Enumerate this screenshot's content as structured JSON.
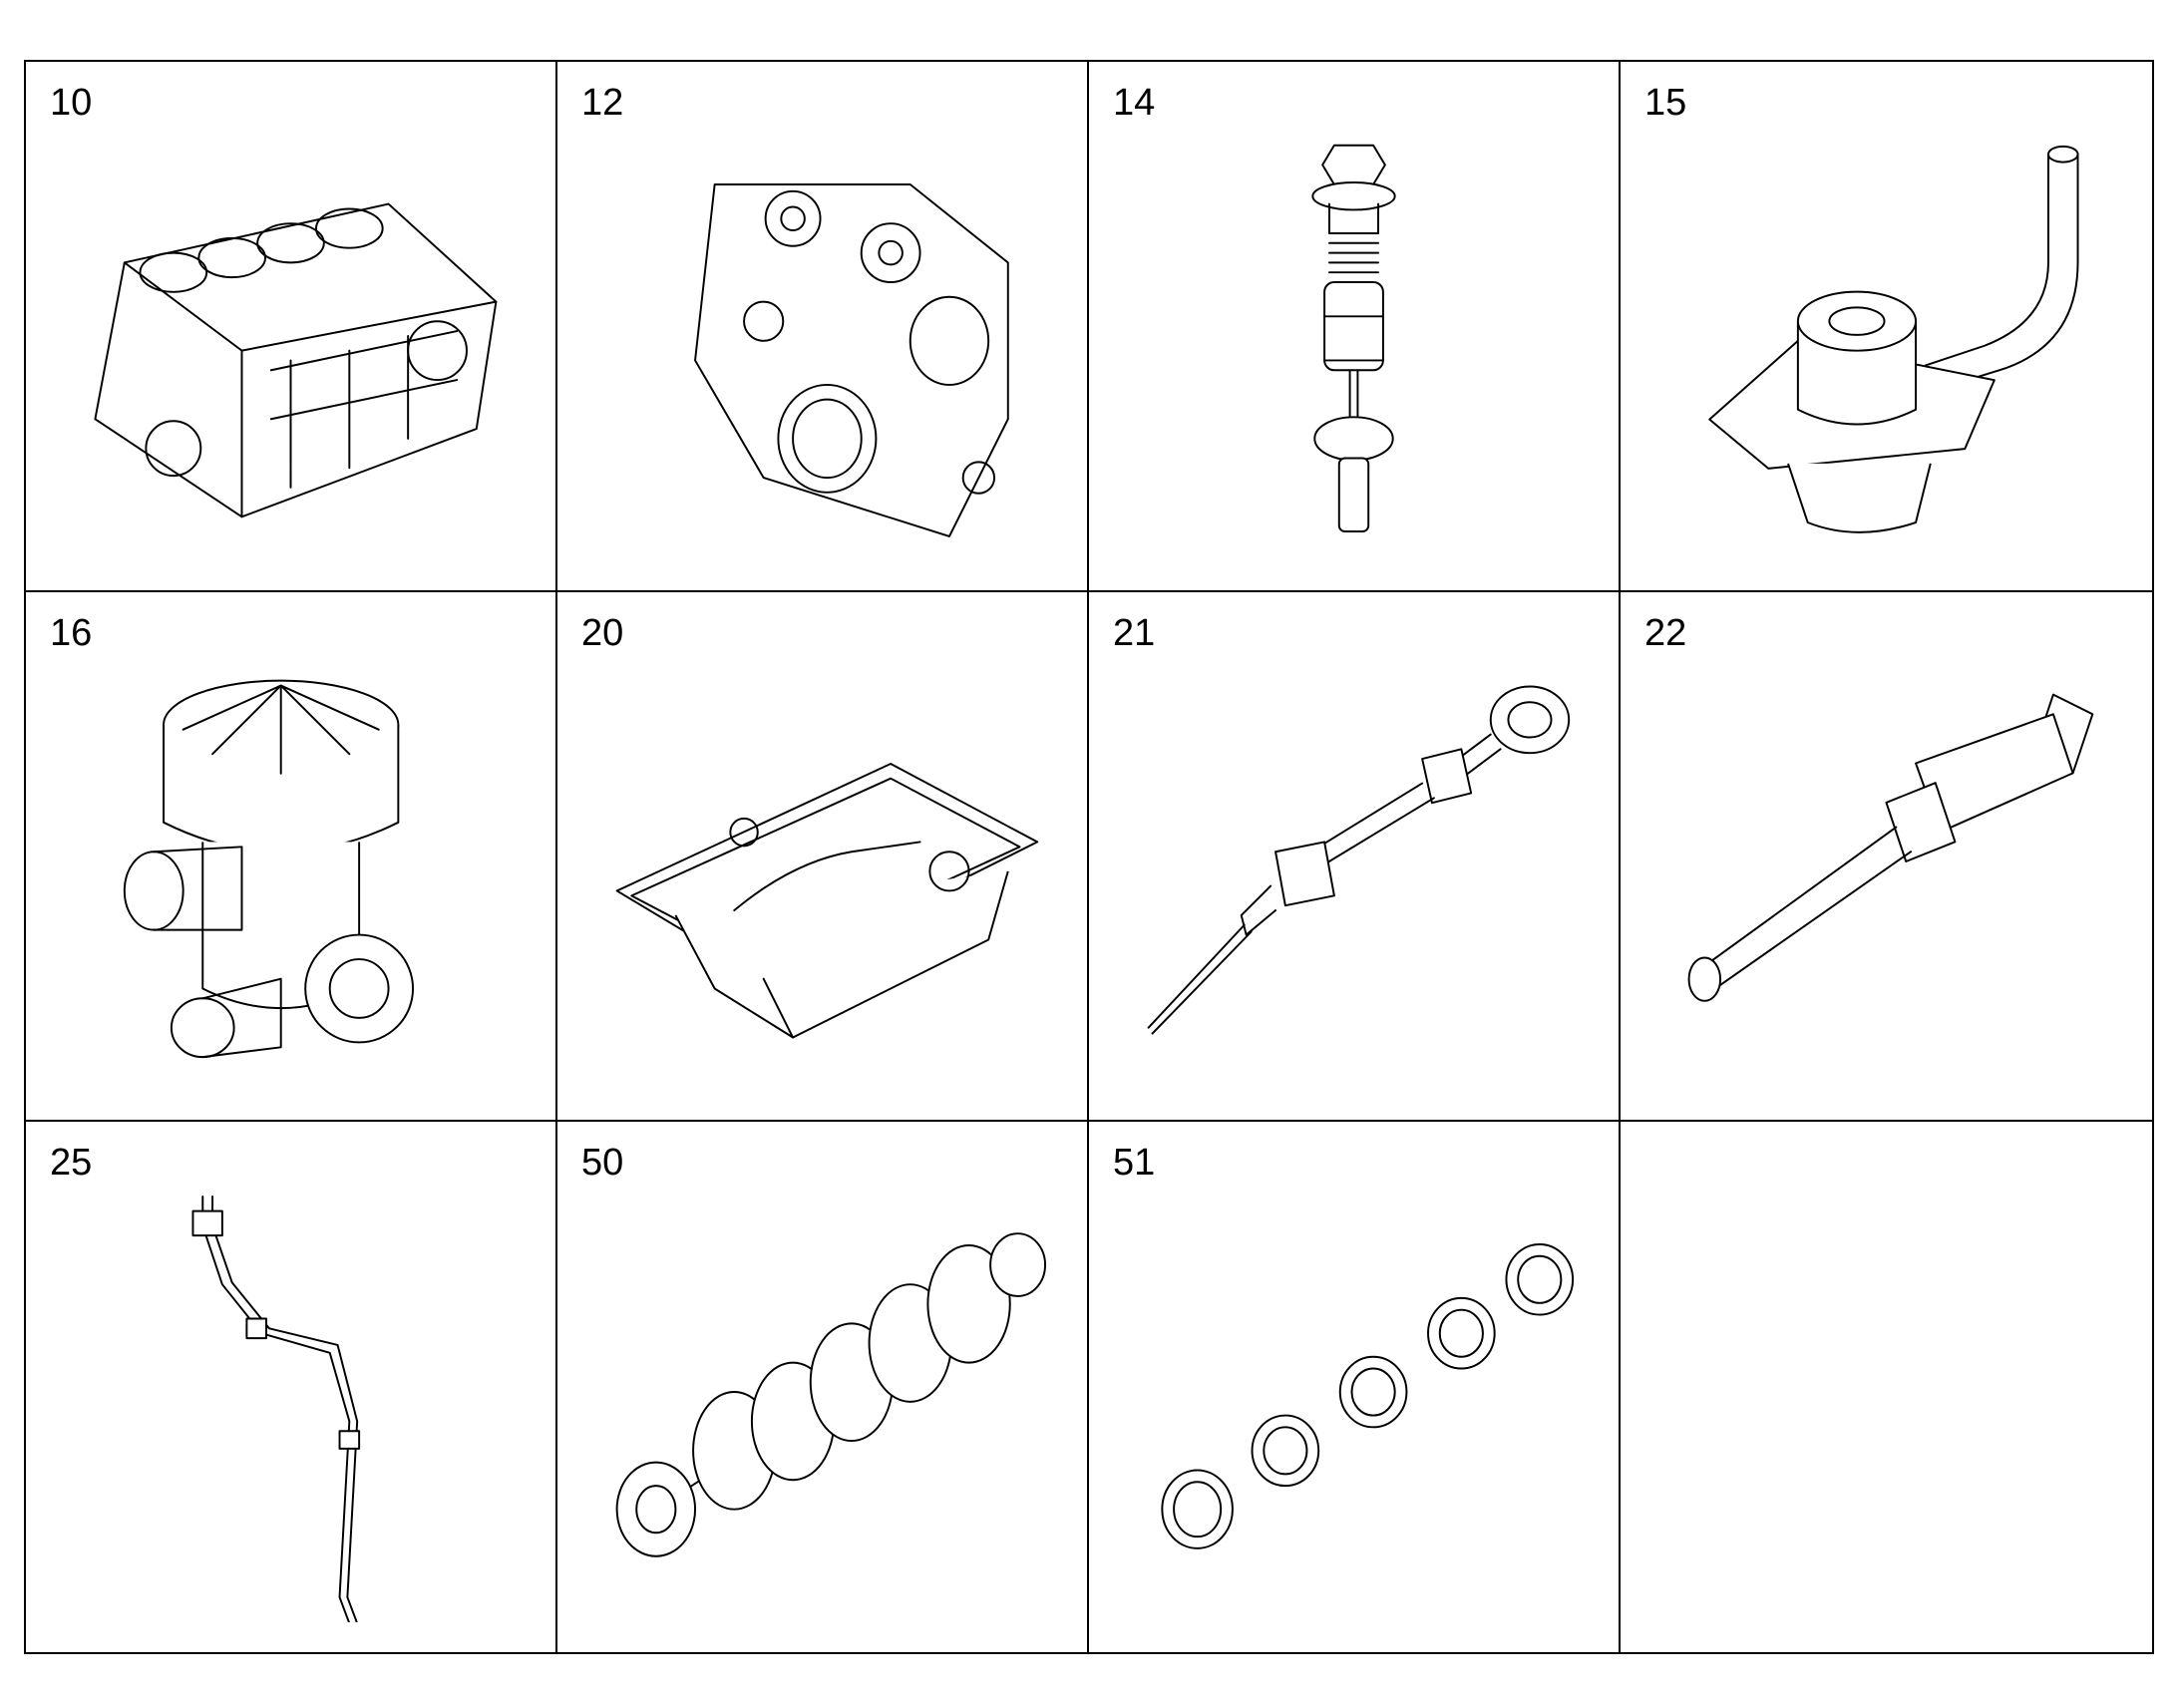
{
  "cells": [
    {
      "number": "10",
      "icon": "engine-block-icon"
    },
    {
      "number": "12",
      "icon": "timing-cover-icon"
    },
    {
      "number": "14",
      "icon": "valve-bolt-icon"
    },
    {
      "number": "15",
      "icon": "oil-pipe-flange-icon"
    },
    {
      "number": "16",
      "icon": "oil-separator-icon"
    },
    {
      "number": "20",
      "icon": "oil-pan-icon"
    },
    {
      "number": "21",
      "icon": "dipstick-icon"
    },
    {
      "number": "22",
      "icon": "dipstick-tube-icon"
    },
    {
      "number": "25",
      "icon": "oil-line-icon"
    },
    {
      "number": "50",
      "icon": "crankshaft-icon"
    },
    {
      "number": "51",
      "icon": "bearing-shells-icon"
    },
    {
      "number": "",
      "icon": ""
    }
  ]
}
